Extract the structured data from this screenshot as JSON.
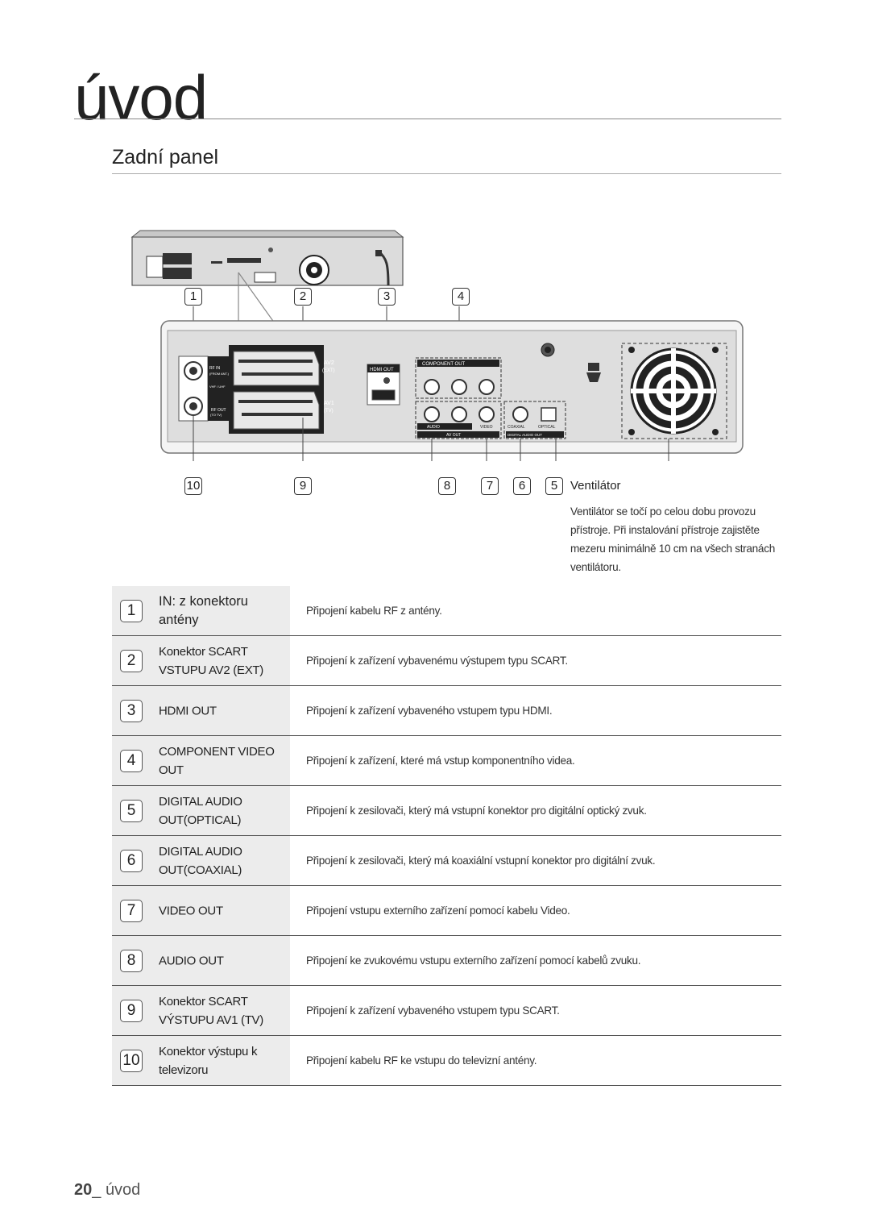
{
  "chapter": {
    "title": "úvod"
  },
  "section": {
    "title": "Zadní panel"
  },
  "diagram": {
    "callouts_top": [
      "1",
      "2",
      "3",
      "4"
    ],
    "callouts_bottom": [
      "10",
      "9",
      "8",
      "7",
      "6",
      "5"
    ],
    "panel_labels": {
      "av2": "AV2",
      "ext": "(EXT)",
      "av1": "AV1",
      "tv": "(TV)",
      "rf_in": "RF IN",
      "from_ant": "(FROM ANT.)",
      "vhf_uhf": "VHF / UHF",
      "rf_out": "RF OUT",
      "to_tv": "(TO TV)",
      "hdmi_out": "HDMI OUT",
      "component_out": "COMPONENT OUT",
      "audio": "AUDIO",
      "video": "VIDEO",
      "av_out": "AV OUT",
      "coaxial": "COAXIAL",
      "optical": "OPTICAL",
      "digital_audio_out": "DIGITAL AUDIO OUT"
    }
  },
  "fan": {
    "label": "Ventilátor",
    "description": "Ventilátor se točí po celou dobu provozu přístroje. Při instalování přístroje zajistěte mezeru minimálně 10 cm na všech stranách ventilátoru."
  },
  "connectors": [
    {
      "num": "1",
      "name": "IN: z konektoru antény",
      "desc": "Připojení kabelu RF z antény."
    },
    {
      "num": "2",
      "name": "Konektor SCART VSTUPU AV2 (EXT)",
      "desc": "Připojení k zařízení vybavenému výstupem typu SCART."
    },
    {
      "num": "3",
      "name": "HDMI OUT",
      "desc": "Připojení k zařízení vybaveného vstupem typu HDMI."
    },
    {
      "num": "4",
      "name": "COMPONENT VIDEO OUT",
      "desc": "Připojení k zařízení, které má vstup komponentního videa."
    },
    {
      "num": "5",
      "name": "DIGITAL AUDIO OUT(OPTICAL)",
      "desc": "Připojení k zesilovači, který má vstupní konektor pro digitální optický zvuk."
    },
    {
      "num": "6",
      "name": "DIGITAL AUDIO OUT(COAXIAL)",
      "desc": "Připojení k zesilovači, který má koaxiální vstupní konektor pro digitální zvuk."
    },
    {
      "num": "7",
      "name": "VIDEO OUT",
      "desc": "Připojení vstupu externího zařízení pomocí kabelu Video."
    },
    {
      "num": "8",
      "name": "AUDIO OUT",
      "desc": "Připojení ke zvukovému vstupu externího zařízení pomocí kabelů zvuku."
    },
    {
      "num": "9",
      "name": "Konektor SCART VÝSTUPU AV1 (TV)",
      "desc": "Připojení k zařízení vybaveného vstupem typu SCART."
    },
    {
      "num": "10",
      "name": "Konektor výstupu k televizoru",
      "desc": "Připojení kabelu RF ke vstupu do televizní antény."
    }
  ],
  "footer": {
    "page_number": "20",
    "separator": "_",
    "section": "úvod"
  }
}
